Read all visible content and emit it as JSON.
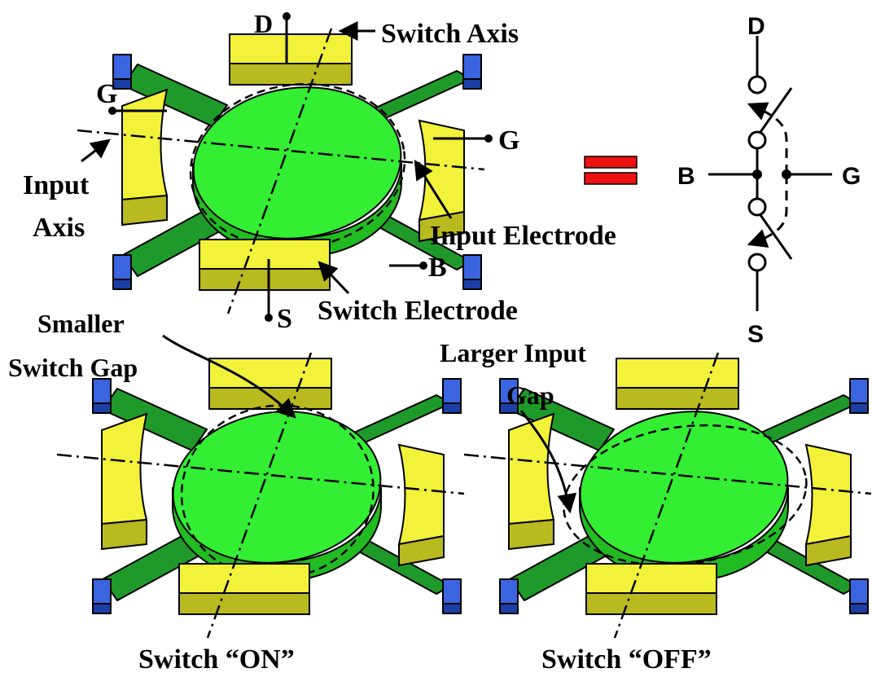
{
  "colors": {
    "disk_top": "#33ee33",
    "disk_side": "#22bb22",
    "beam": "#1f9a2a",
    "electrode_top": "#f2f23a",
    "electrode_side": "#b9b920",
    "anchor_top": "#3a64e0",
    "anchor_side": "#1c3fa6",
    "equals": "#ee1111",
    "line": "#000000"
  },
  "top_device": {
    "label_d": "D",
    "label_g_left": "G",
    "label_g_right": "G",
    "label_b": "B",
    "label_s": "S",
    "switch_axis": "Switch Axis",
    "input_axis_line1": "Input",
    "input_axis_line2": "Axis",
    "input_electrode": "Input Electrode",
    "switch_electrode": "Switch Electrode"
  },
  "symbol": {
    "d": "D",
    "b": "B",
    "g": "G",
    "s": "S"
  },
  "on_device": {
    "annotation_line1": "Smaller",
    "annotation_line2": "Switch Gap",
    "caption": "Switch “ON”"
  },
  "off_device": {
    "annotation_line1": "Larger Input",
    "annotation_line2": "Gap",
    "caption": "Switch “OFF”"
  }
}
